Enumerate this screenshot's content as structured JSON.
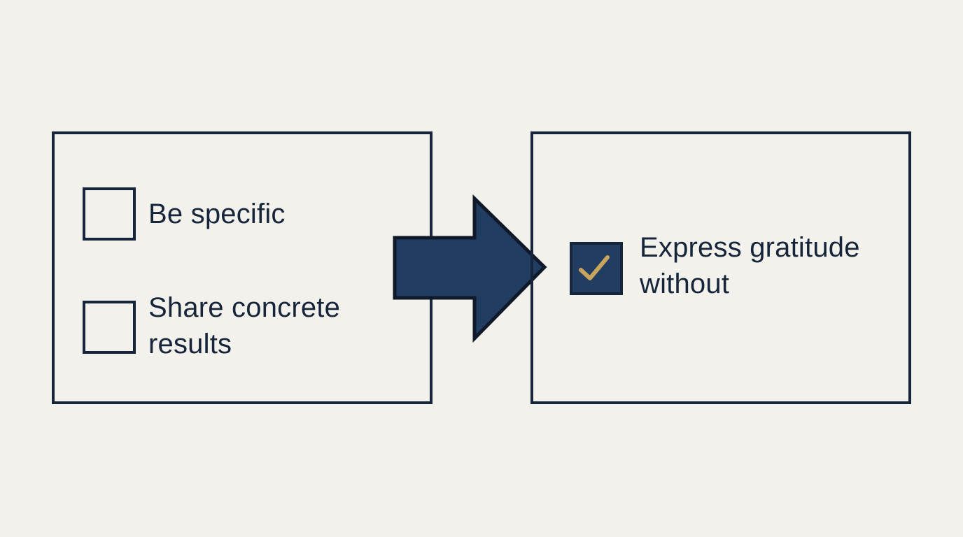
{
  "left_panel": {
    "items": [
      {
        "lines": [
          "Be specific"
        ],
        "checked": false
      },
      {
        "lines": [
          "Share concrete",
          "results"
        ],
        "checked": false
      }
    ]
  },
  "right_panel": {
    "items": [
      {
        "lines": [
          "Express gratitude",
          "without"
        ],
        "checked": true
      }
    ]
  },
  "icons": {
    "arrow": "right-arrow-icon",
    "check": "checkmark-icon"
  },
  "colors": {
    "background": "#f3f1ec",
    "ink": "#16253a",
    "navy_fill": "#213d61",
    "check_gold": "#c9a45c"
  }
}
